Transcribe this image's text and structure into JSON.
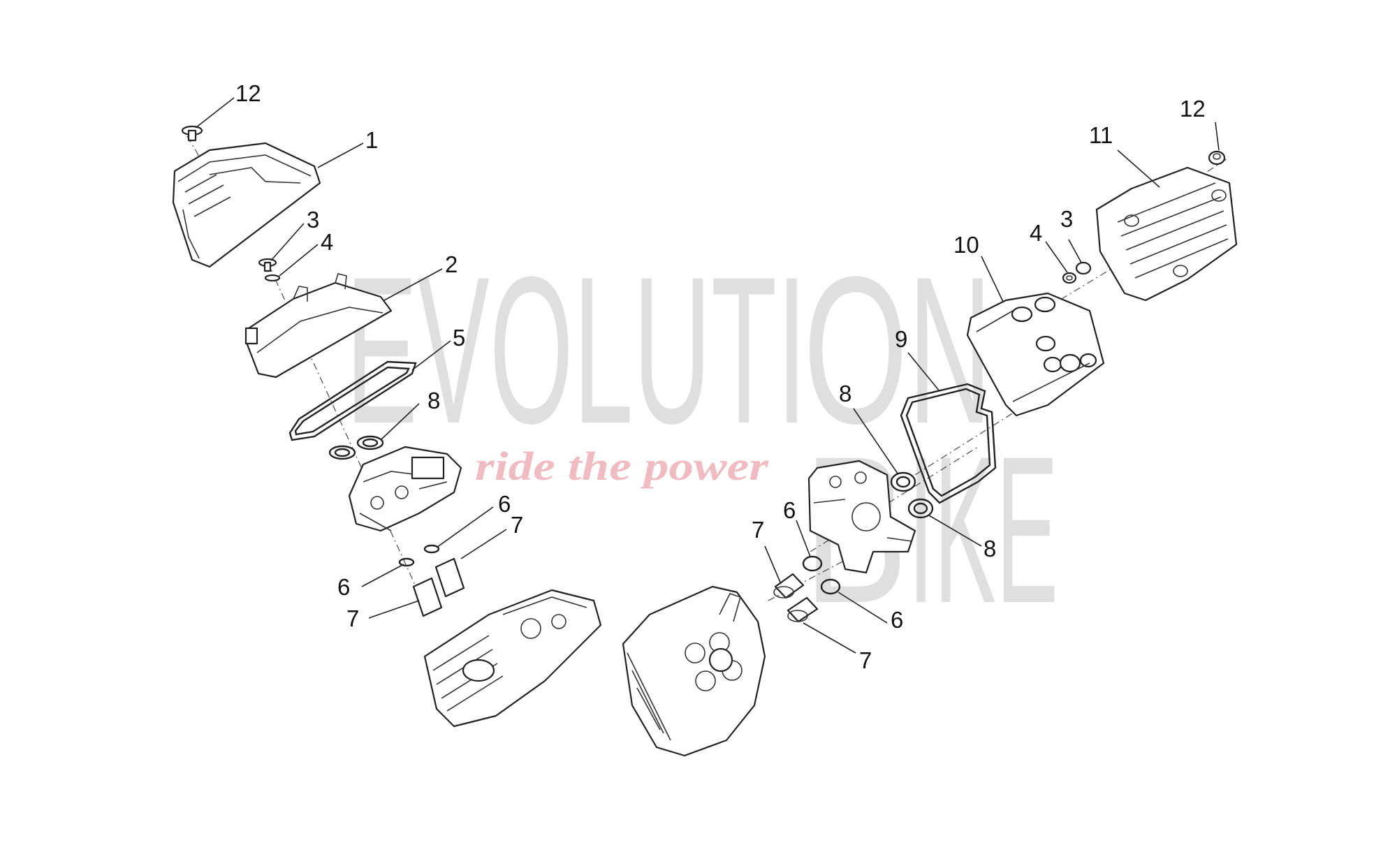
{
  "watermark": {
    "brand_left": "EVOLUTI",
    "brand_big_letter": "O",
    "brand_right": "N",
    "brand_bottom": "IKE",
    "brand_big_letter_2": "B",
    "tagline": "ride the power"
  },
  "callouts": {
    "c1": "1",
    "c2": "2",
    "c3_left": "3",
    "c4_left": "4",
    "c5": "5",
    "c8_left": "8",
    "c6_left_a": "6",
    "c7_left_a": "7",
    "c6_left_b": "6",
    "c7_left_b": "7",
    "c12_left": "12",
    "c12_right": "12",
    "c11": "11",
    "c3_right": "3",
    "c4_right": "4",
    "c10": "10",
    "c9": "9",
    "c8_right_a": "8",
    "c8_right_b": "8",
    "c7_right_a": "7",
    "c6_right_a": "6",
    "c6_right_b": "6",
    "c7_right_b": "7"
  },
  "colors": {
    "line": "#222222",
    "watermark_grey": "#b9b9b9",
    "watermark_red": "#e9a1a7"
  }
}
